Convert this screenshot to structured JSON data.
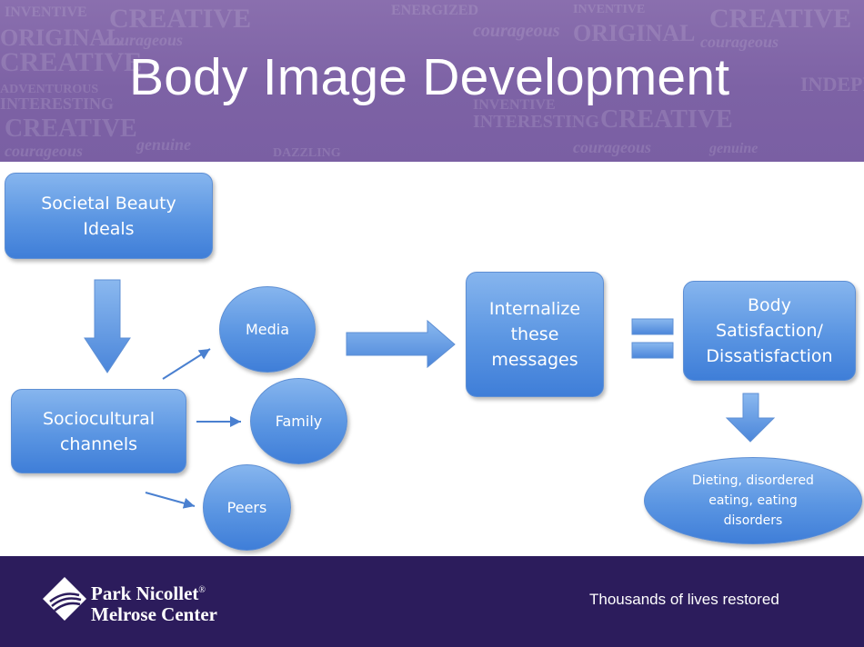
{
  "slide": {
    "title": "Body Image Development",
    "banner_words": [
      "INVENTIVE",
      "CREATIVE",
      "ENERGIZED",
      "ORIGINAL",
      "courageous",
      "DAZZLING",
      "INTERESTING",
      "ADVENTUROUS",
      "genuine",
      "INDEPENDENT"
    ]
  },
  "diagram": {
    "societal_beauty_ideals": "Societal Beauty Ideals",
    "sociocultural_channels": "Sociocultural channels",
    "media": "Media",
    "family": "Family",
    "peers": "Peers",
    "internalize": "Internalize these messages",
    "body_satisfaction": "Body Satisfaction/ Dissatisfaction",
    "outcomes": "Dieting, disordered eating, eating disorders"
  },
  "footer": {
    "logo_line1": "Park Nicollet",
    "logo_reg": "®",
    "logo_line2": "Melrose Center",
    "tagline": "Thousands of lives restored"
  },
  "colors": {
    "header": "#7d62a5",
    "footer": "#2c1c5c",
    "shape_fill": "#5a95e2",
    "arrow_fill": "#5a95e2"
  }
}
